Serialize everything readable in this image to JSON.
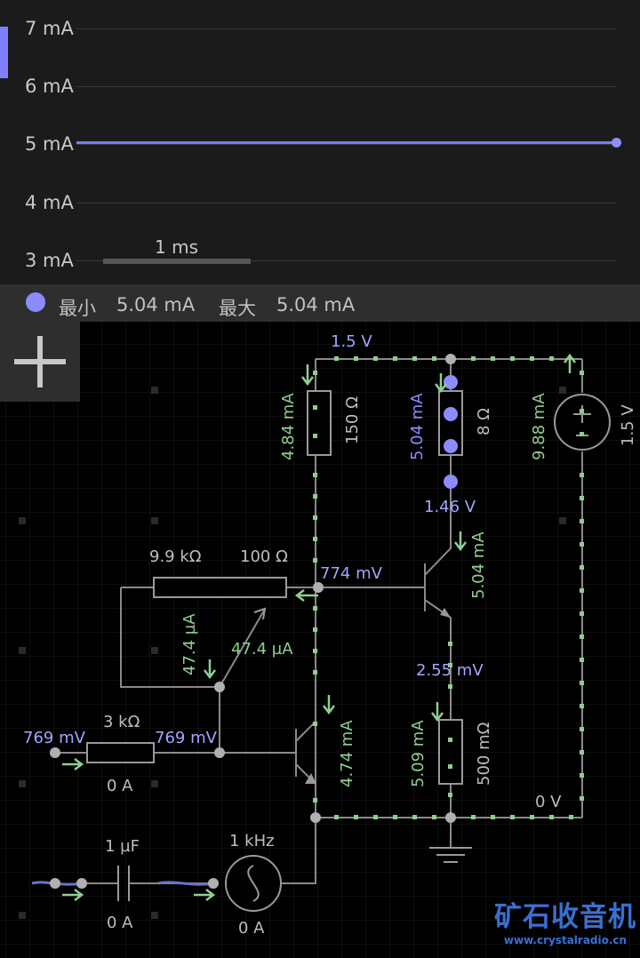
{
  "scope": {
    "y_ticks": [
      "7 mA",
      "6 mA",
      "5 mA",
      "4 mA",
      "3 mA"
    ],
    "y_values": [
      7,
      6,
      5,
      4,
      3
    ],
    "trace_value": 5.04,
    "trace_color": "#7a7aee",
    "time_scale_label": "1 ms"
  },
  "legend": {
    "min_label": "最小",
    "min_value": "5.04 mA",
    "max_label": "最大",
    "max_value": "5.04 mA"
  },
  "toolbar": {
    "add_icon": "plus-icon"
  },
  "circuit": {
    "colors": {
      "wire": "#8a8a8a",
      "current": "#8fce8f",
      "voltage": "#a4a4ff",
      "selected": "#8c8cff",
      "grid": "#1e1e1e"
    },
    "voltage_1v5": "1.5 V",
    "r150_current": "4.84 mA",
    "r150_value": "150 Ω",
    "r8_current": "5.04 mA",
    "r8_value": "8 Ω",
    "source_current": "9.88 mA",
    "source_voltage": "1.5 V",
    "v_146": "1.46 V",
    "r_9k9": "9.9 kΩ",
    "r_100": "100 Ω",
    "v_774": "774 mV",
    "q2_current": "5.04 mA",
    "pot_current_a": "47.4 µA",
    "pot_current_b": "47.4 µA",
    "v_255": "2.55 mV",
    "v_769_in": "769 mV",
    "r_3k": "3 kΩ",
    "v_769_b": "769 mV",
    "q1_current": "4.74 mA",
    "r500_current": "5.09 mA",
    "r500_value": "500 mΩ",
    "i_in": "0 A",
    "v_ground": "0 V",
    "cap_value": "1 µF",
    "freq": "1 kHz",
    "i_cap": "0 A",
    "i_gen": "0 A"
  },
  "watermark": {
    "title": "矿石收音机",
    "url": "www.crystalradio.cn"
  }
}
